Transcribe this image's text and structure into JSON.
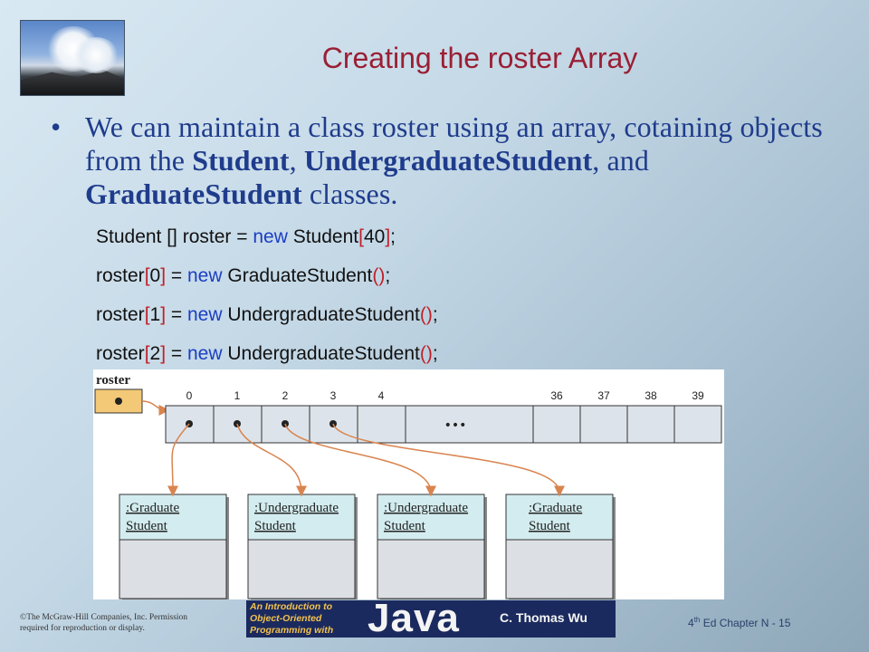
{
  "slide": {
    "title": "Creating the roster Array",
    "bullet": {
      "marker": "•",
      "parts": [
        {
          "t": "We can maintain a class roster using an array, cotaining objects from the ",
          "b": false
        },
        {
          "t": "Student",
          "b": true
        },
        {
          "t": ", ",
          "b": false
        },
        {
          "t": "UndergraduateStudent",
          "b": true
        },
        {
          "t": ", and ",
          "b": false
        },
        {
          "t": "GraduateStudent",
          "b": true
        },
        {
          "t": " classes.",
          "b": false
        }
      ]
    },
    "code": [
      [
        {
          "t": "Student [] roster = ",
          "c": ""
        },
        {
          "t": "new",
          "c": "kw"
        },
        {
          "t": " Student",
          "c": ""
        },
        {
          "t": "[",
          "c": "red"
        },
        {
          "t": "40",
          "c": ""
        },
        {
          "t": "]",
          "c": "red"
        },
        {
          "t": ";",
          "c": ""
        }
      ],
      [
        {
          "t": "roster",
          "c": ""
        },
        {
          "t": "[",
          "c": "red"
        },
        {
          "t": "0",
          "c": ""
        },
        {
          "t": "]",
          "c": "red"
        },
        {
          "t": " = ",
          "c": ""
        },
        {
          "t": "new",
          "c": "kw"
        },
        {
          "t": " GraduateStudent",
          "c": ""
        },
        {
          "t": "()",
          "c": "red"
        },
        {
          "t": ";",
          "c": ""
        }
      ],
      [
        {
          "t": "roster",
          "c": ""
        },
        {
          "t": "[",
          "c": "red"
        },
        {
          "t": "1",
          "c": ""
        },
        {
          "t": "]",
          "c": "red"
        },
        {
          "t": " = ",
          "c": ""
        },
        {
          "t": "new",
          "c": "kw"
        },
        {
          "t": " UndergraduateStudent",
          "c": ""
        },
        {
          "t": "()",
          "c": "red"
        },
        {
          "t": ";",
          "c": ""
        }
      ],
      [
        {
          "t": "roster",
          "c": ""
        },
        {
          "t": "[",
          "c": "red"
        },
        {
          "t": "2",
          "c": ""
        },
        {
          "t": "]",
          "c": "red"
        },
        {
          "t": " = ",
          "c": ""
        },
        {
          "t": "new",
          "c": "kw"
        },
        {
          "t": " UndergraduateStudent",
          "c": ""
        },
        {
          "t": "()",
          "c": "red"
        },
        {
          "t": ";",
          "c": ""
        }
      ]
    ]
  },
  "diagram": {
    "variable_label": "roster",
    "indices_left": [
      "0",
      "1",
      "2",
      "3",
      "4"
    ],
    "indices_right": [
      "36",
      "37",
      "38",
      "39"
    ],
    "ellipsis": "•••",
    "objects": [
      {
        "line1": ":Graduate",
        "line2": "Student"
      },
      {
        "line1": ":Undergraduate",
        "line2": "Student"
      },
      {
        "line1": ":Undergraduate",
        "line2": "Student"
      },
      {
        "line1": ":Graduate",
        "line2": "Student"
      }
    ],
    "colors": {
      "array_cell": "#dde3ea",
      "object_header": "#d3ecef",
      "object_body": "#dcdfe3",
      "var_box": "#f3c977",
      "arrow": "#d9844f"
    }
  },
  "footer": {
    "copyright_line1": "©The McGraw-Hill Companies, Inc. Permission",
    "copyright_line2": "required for reproduction or display.",
    "banner_line1": "An Introduction to",
    "banner_line2": "Object-Oriented",
    "banner_line3": "Programming with",
    "banner_java": "Java",
    "banner_author": "C. Thomas Wu",
    "edition_num": "4",
    "edition_sup": "th",
    "edition_rest": " Ed Chapter N - 15"
  }
}
